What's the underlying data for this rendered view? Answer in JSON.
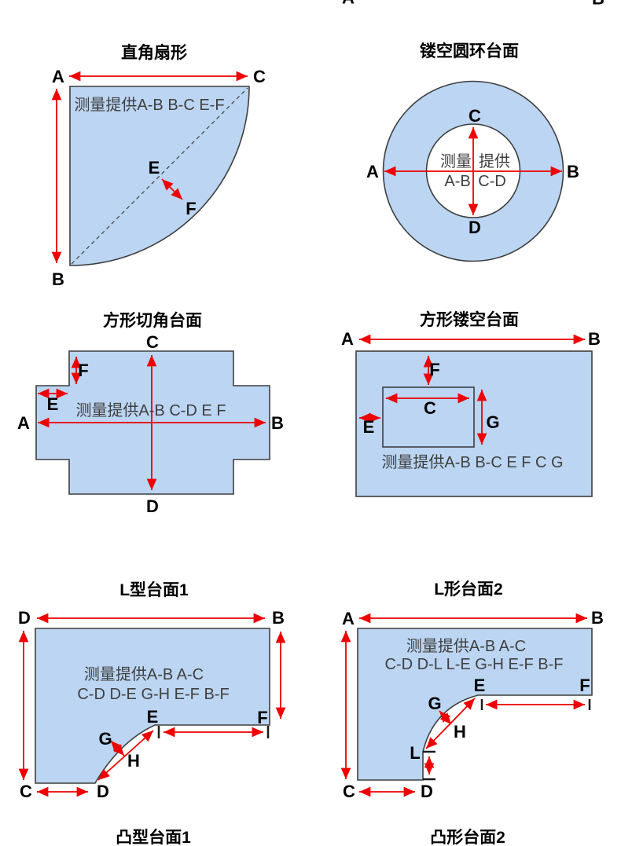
{
  "colors": {
    "shape_fill": "#bbd5f2",
    "hollow_fill": "#ffffff",
    "shape_stroke": "#3f3f3f",
    "arrow": "#ee0000",
    "note": "#404040",
    "label": "#000000",
    "tick": "#1a1a1a"
  },
  "top_cropped": {
    "label_a": "A",
    "label_b": "B"
  },
  "bottom_next_titles": {
    "left": "凸型台面1",
    "right": "凸形台面2"
  },
  "panels": {
    "fan": {
      "title": "直角扇形",
      "note": "测量提供A-B B-C E-F",
      "labels": {
        "a": "A",
        "b": "B",
        "c": "C",
        "e": "E",
        "f": "F"
      }
    },
    "ring": {
      "title": "镂空圆环台面",
      "center_text": {
        "measure": "测量",
        "provide": "提供",
        "ab": "A-B",
        "cd": "C-D"
      },
      "labels": {
        "a": "A",
        "b": "B",
        "c": "C",
        "d": "D"
      }
    },
    "cut_corner": {
      "title": "方形切角台面",
      "note": "测量提供A-B C-D E F",
      "labels": {
        "a": "A",
        "b": "B",
        "c": "C",
        "d": "D",
        "e": "E",
        "f": "F"
      }
    },
    "hollow_square": {
      "title": "方形镂空台面",
      "note": "测量提供A-B B-C E F C G",
      "labels": {
        "a": "A",
        "b": "B",
        "c": "C",
        "e": "E",
        "f": "F",
        "g": "G"
      }
    },
    "l1": {
      "title": "L型台面1",
      "note_line1": "测量提供A-B A-C",
      "note_line2": "C-D D-E G-H E-F B-F",
      "labels": {
        "d_top": "D",
        "b": "B",
        "c": "C",
        "d_bottom": "D",
        "e": "E",
        "f": "F",
        "g": "G",
        "h": "H"
      }
    },
    "l2": {
      "title": "L形台面2",
      "note_line1": "测量提供A-B A-C",
      "note_line2": "C-D D-L L-E G-H E-F B-F",
      "labels": {
        "a": "A",
        "b": "B",
        "c": "C",
        "d": "D",
        "e": "E",
        "f": "F",
        "g": "G",
        "h": "H",
        "l": "L"
      }
    }
  }
}
